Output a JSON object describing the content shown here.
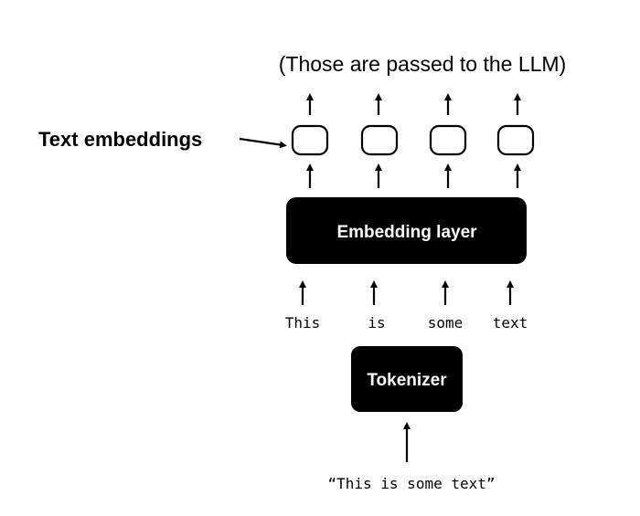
{
  "caption_top": "(Those are passed to the LLM)",
  "embeddings_label": "Text embeddings",
  "embedding_layer_label": "Embedding layer",
  "tokens": [
    "This",
    "is",
    "some",
    "text"
  ],
  "tokenizer_label": "Tokenizer",
  "input_text": "“This is some text”",
  "colors": {
    "ink": "#000000",
    "box_fill": "#000000",
    "box_text": "#ffffff",
    "background": "#ffffff"
  }
}
